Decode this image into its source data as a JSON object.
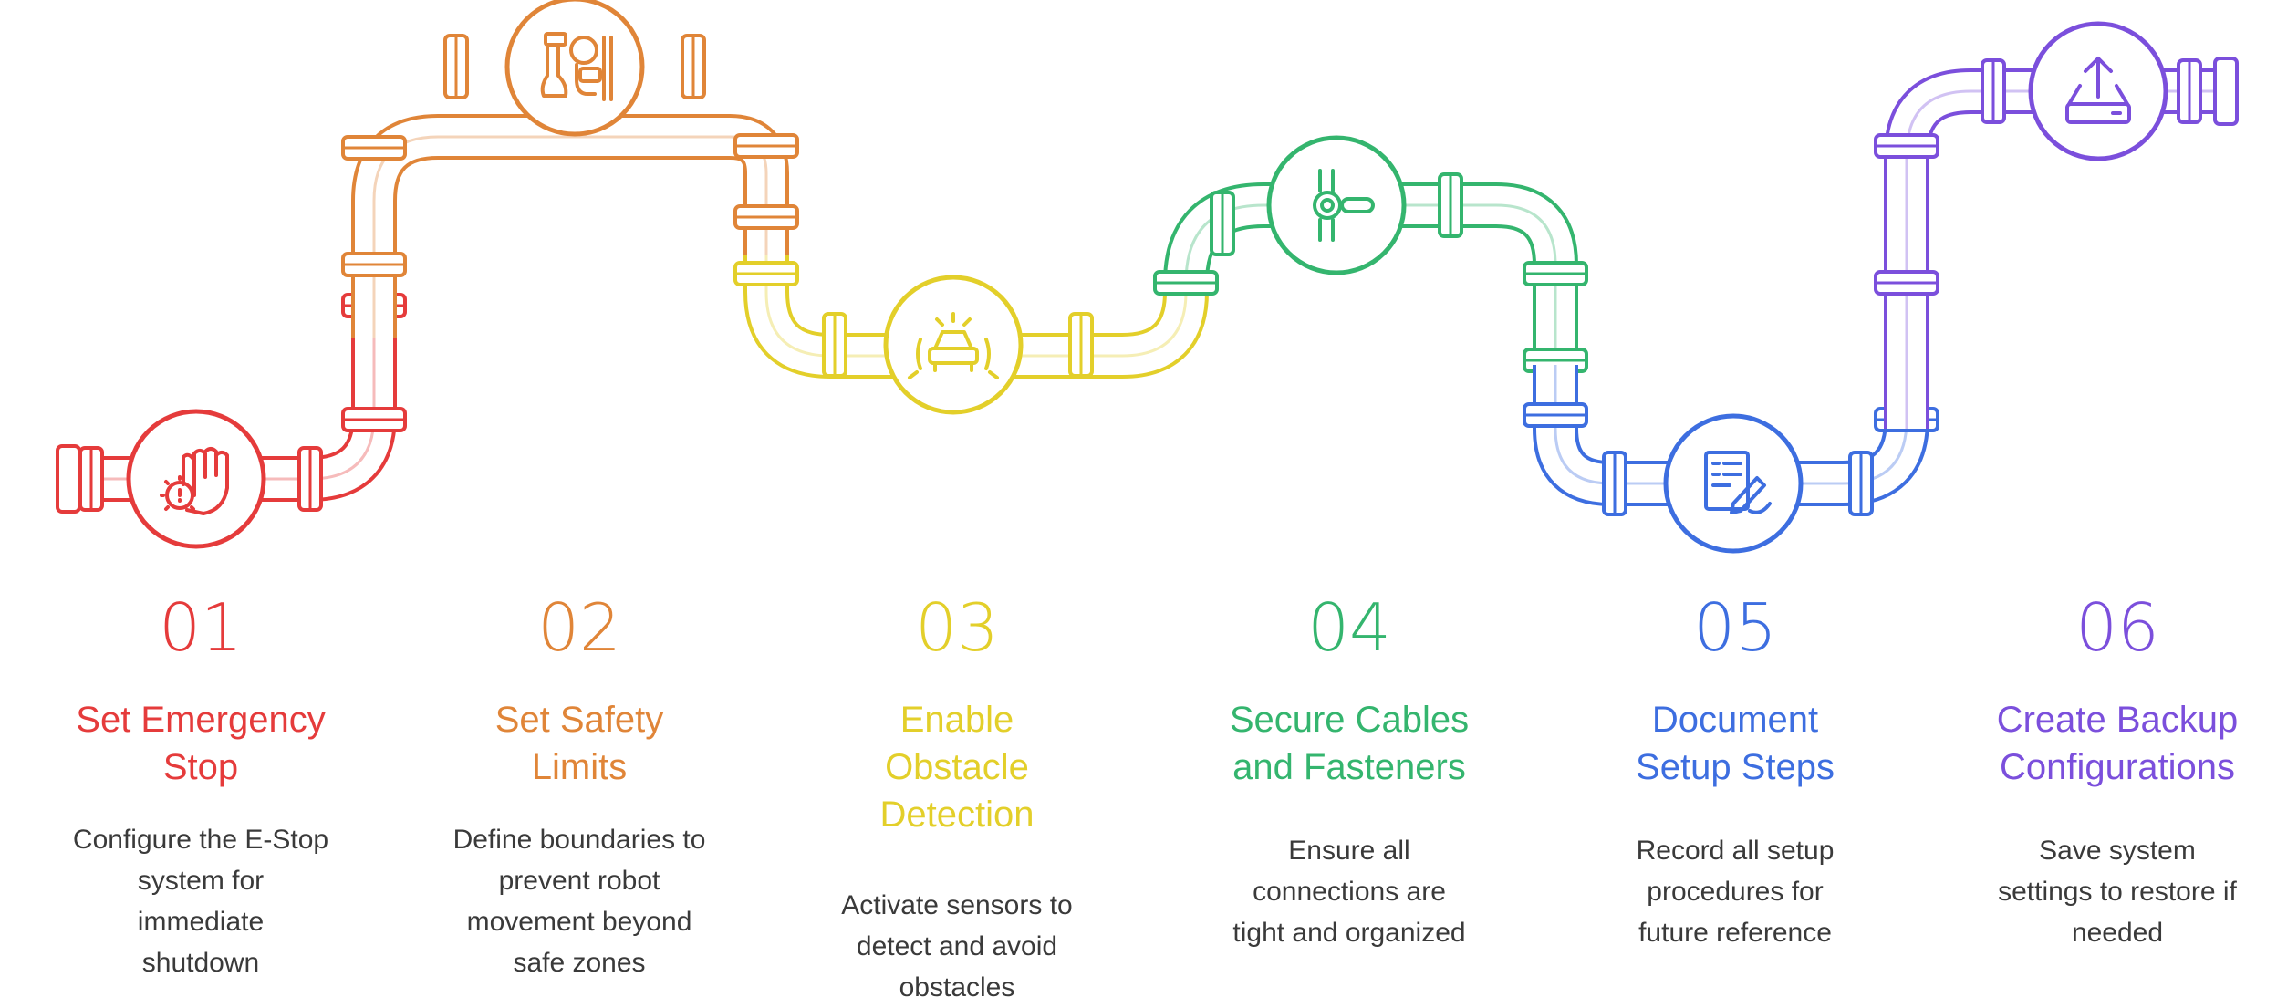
{
  "steps": [
    {
      "number": "01",
      "title": "Set Emergency\nStop",
      "description": "Configure the E-Stop\nsystem for\nimmediate\nshutdown",
      "color": "#e53b3b",
      "icon": "hand-stop-gear-icon"
    },
    {
      "number": "02",
      "title": "Set Safety\nLimits",
      "description": "Define boundaries to\nprevent robot\nmovement beyond\nsafe zones",
      "color": "#e08538",
      "icon": "robot-arm-boundary-icon"
    },
    {
      "number": "03",
      "title": "Enable\nObstacle\nDetection",
      "description": "Activate sensors to\ndetect and avoid\nobstacles",
      "color": "#e3cf2a",
      "icon": "car-sensor-icon"
    },
    {
      "number": "04",
      "title": "Secure Cables\nand Fasteners",
      "description": "Ensure all\nconnections are\ntight and organized",
      "color": "#34b56e",
      "icon": "cable-connector-icon"
    },
    {
      "number": "05",
      "title": "Document\nSetup Steps",
      "description": "Record all setup\nprocedures for\nfuture reference",
      "color": "#3d6ee0",
      "icon": "document-pen-icon"
    },
    {
      "number": "06",
      "title": "Create Backup\nConfigurations",
      "description": "Save system\nsettings to restore if\nneeded",
      "color": "#7b4fdc",
      "icon": "upload-drive-icon"
    }
  ]
}
